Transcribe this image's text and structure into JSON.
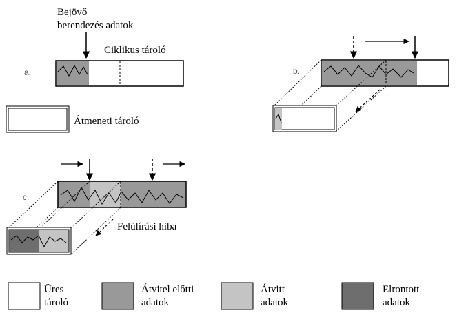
{
  "labels": {
    "incoming_line1": "Bejövő",
    "incoming_line2": "berendezés adatok",
    "cyclic_buffer": "Ciklikus tároló",
    "temp_buffer": "Átmeneti tároló",
    "overwrite_error": "Felülírási hiba",
    "section_a": "a.",
    "section_b": "b.",
    "section_c": "c."
  },
  "legend": [
    {
      "id": "empty",
      "line1": "Üres",
      "line2": "tároló",
      "color": "#ffffff"
    },
    {
      "id": "before",
      "line1": "Átvitel előtti",
      "line2": "adatok",
      "color": "#999999"
    },
    {
      "id": "transferred",
      "line1": "Átvitt",
      "line2": "adatok",
      "color": "#c4c4c4"
    },
    {
      "id": "corrupted",
      "line1": "Elrontott",
      "line2": "adatok",
      "color": "#6e6e6e"
    }
  ],
  "colors": {
    "before": "#999999",
    "transferred": "#c4c4c4",
    "corrupted": "#6e6e6e",
    "empty": "#ffffff",
    "border": "#000000"
  }
}
